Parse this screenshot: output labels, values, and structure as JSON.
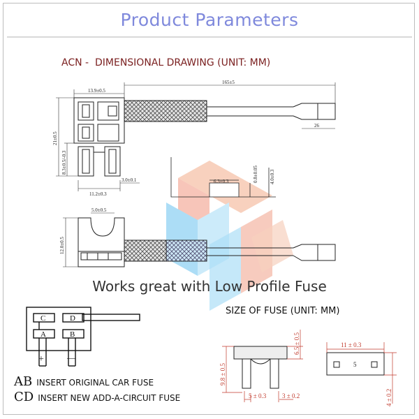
{
  "title": "Product Parameters",
  "drawing_title": "ACN -  DIMENSIONAL DRAWING (UNIT: MM)",
  "caption": "Works great with Low Profile Fuse",
  "fuse_title": "SIZE OF FUSE (UNIT: MM)",
  "dimensions": {
    "width_top": "13.9±0.5",
    "length": "165±5",
    "terminal": "26",
    "height_total": "21±0.5",
    "height_lower": "8.3±0.5/-0.3",
    "width_bottom": "11.2±0.3",
    "gap": "3.0±0.1",
    "slot_width": "6.3±0.3",
    "slot_depth": "0.8±0.05",
    "slot_height": "4.0±0.3",
    "side_top": "5.0±0.5",
    "side_height": "12.0±0.5"
  },
  "fuse_dimensions": {
    "height": "9.8 ± 0.5",
    "upper": "6.5 ± 0.5",
    "blade": "5 ± 0.3",
    "gap": "3 ± 0.2",
    "width": "11 ± 0.3",
    "thickness": "4 ± 0.2",
    "rating": "5"
  },
  "circuit": {
    "slots": [
      "C",
      "D",
      "A",
      "B"
    ],
    "plus": "+",
    "minus": "—"
  },
  "legend": [
    {
      "code": "AB",
      "text": "INSERT ORIGINAL CAR FUSE"
    },
    {
      "code": "CD",
      "text": "INSERT NEW ADD-A-CIRCUIT FUSE"
    }
  ],
  "colors": {
    "title": "#7f89dc",
    "drawing_title": "#7a1f1f",
    "dimension_text": "#c0392b",
    "watermark_red": "#f2a08a",
    "watermark_blue": "#8fd0f2"
  }
}
